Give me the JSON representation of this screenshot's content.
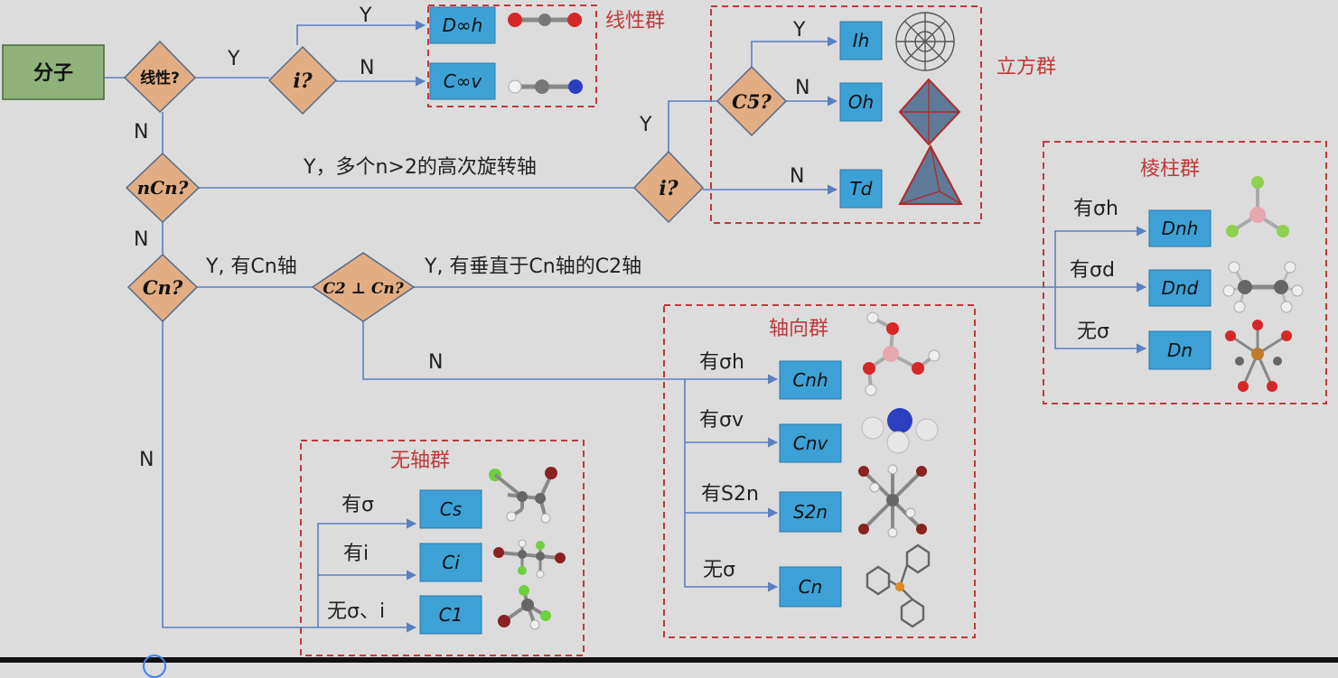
{
  "nodes": {
    "start": "分子",
    "q_linear": "线性?",
    "q_i_top": "i?",
    "q_nCn": "nCn?",
    "q_i_mid": "i?",
    "q_c5": "C5?",
    "q_cn": "Cn?",
    "q_c2perp": "C2 ⊥ Cn?"
  },
  "labels": {
    "y": "Y",
    "n": "N",
    "many_high_axes": "Y，多个n>2的高次旋转轴",
    "has_cn_axis": "Y, 有Cn轴",
    "has_perp_c2": "Y, 有垂直于Cn轴的C2轴",
    "has_sigma_h": "有σh",
    "has_sigma_d": "有σd",
    "has_sigma_v": "有σv",
    "has_s2n": "有S2n",
    "no_sigma": "无σ",
    "has_sigma": "有σ",
    "has_i": "有i",
    "no_sigma_i": "无σ、i"
  },
  "groups": {
    "linear": "线性群",
    "cubic": "立方群",
    "prismatic": "棱柱群",
    "axial": "轴向群",
    "axisless": "无轴群"
  },
  "results": {
    "d_inf_h": "D∞h",
    "c_inf_v": "C∞v",
    "i_h": "Ih",
    "o_h": "Oh",
    "t_d": "Td",
    "d_nh": "Dnh",
    "d_nd": "Dnd",
    "d_n": "Dn",
    "c_nh": "Cnh",
    "c_nv": "Cnv",
    "s_2n": "S2n",
    "c_n": "Cn",
    "c_s": "Cs",
    "c_i": "Ci",
    "c_1": "C1"
  },
  "colors": {
    "background": "#dcdcdc",
    "diamond": "#e2ad83",
    "start_box": "#8fb27a",
    "result_box": "#3da1d6",
    "arrow": "#5b7fc0",
    "group_border": "#c0393b",
    "group_title": "#c0393b"
  },
  "icons": [
    "co2-molecule",
    "hcn-molecule",
    "fullerene-molecule",
    "octahedron-shape",
    "tetrahedron-shape",
    "bf3-molecule",
    "ethane-molecule",
    "metal-oxalate-complex",
    "boric-acid-molecule",
    "ammonia-molecule",
    "s2n-molecule",
    "triphenylphosphine-molecule",
    "dichloroethylene-molecule",
    "ci-molecule",
    "c1-molecule"
  ]
}
